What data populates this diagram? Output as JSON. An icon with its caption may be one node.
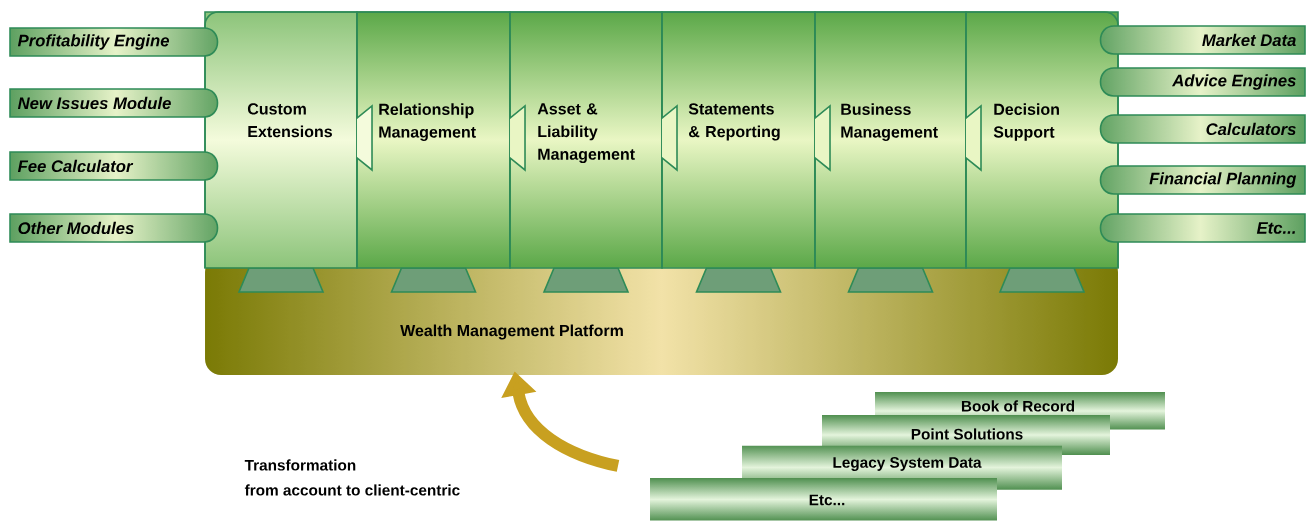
{
  "diagram": {
    "nodes": [
      {
        "text": [
          "Custom Extensions"
        ]
      },
      {
        "text": [
          "Relationship Management"
        ]
      },
      {
        "text": [
          "Asset & Liability Management"
        ]
      },
      {
        "text": [
          "Statements & Reporting"
        ]
      },
      {
        "text": [
          "Business Management"
        ]
      },
      {
        "text": [
          "Decision Support"
        ]
      },
      {
        "text": [
          "Wealth Management Platform"
        ]
      },
      {
        "text": [
          "Profitability Engine"
        ]
      },
      {
        "text": [
          "New Issues Module"
        ]
      },
      {
        "text": [
          "Fee Calculator"
        ]
      },
      {
        "text": [
          "Other Modules"
        ]
      },
      {
        "text": [
          "Market Data"
        ]
      },
      {
        "text": [
          "Advice Engines"
        ]
      },
      {
        "text": [
          "Calculators"
        ]
      },
      {
        "text": [
          "Financial Planning"
        ]
      },
      {
        "text": [
          "Etc..."
        ]
      },
      {
        "text": [
          "Book of Record"
        ]
      },
      {
        "text": [
          "Point Solutions"
        ]
      },
      {
        "text": [
          "Legacy System Data"
        ]
      },
      {
        "text": [
          "Etc..."
        ]
      }
    ],
    "edges": [
      {
        "from": null,
        "to": 6,
        "arrow": "to",
        "color": "#c8a020"
      }
    ],
    "labels": [
      "Transformation",
      "from account to client-centric"
    ]
  }
}
